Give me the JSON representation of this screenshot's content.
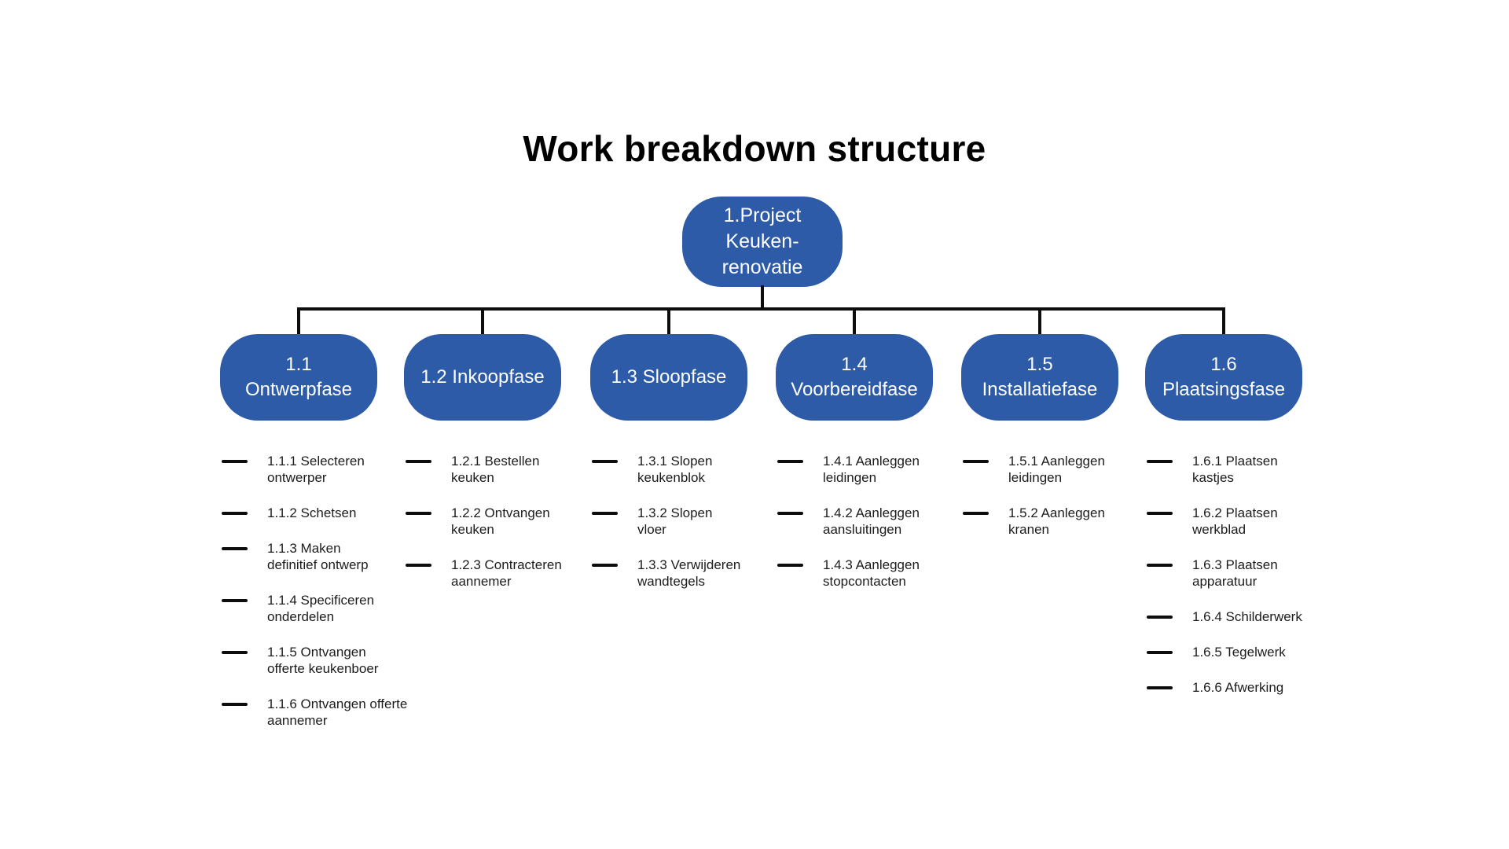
{
  "title": "Work breakdown structure",
  "colors": {
    "node_blue": "#2d5ba7",
    "connector_black": "#0d0d0d",
    "node_text": "#ffffff",
    "task_text": "#1c1c1c",
    "background": "#ffffff"
  },
  "root": {
    "id": "1",
    "label": "1.Project\nKeuken-\nrenovatie"
  },
  "branches": [
    {
      "id": "1.1",
      "label": "1.1\nOntwerpfase",
      "tasks": [
        "1.1.1 Selecteren\nontwerper",
        "1.1.2 Schetsen",
        "1.1.3 Maken\ndefinitief ontwerp",
        "1.1.4 Specificeren\nonderdelen",
        "1.1.5 Ontvangen\nofferte keukenboer",
        "1.1.6 Ontvangen offerte\naannemer"
      ]
    },
    {
      "id": "1.2",
      "label": "1.2 Inkoopfase",
      "tasks": [
        "1.2.1 Bestellen\nkeuken",
        "1.2.2 Ontvangen\nkeuken",
        "1.2.3 Contracteren\naannemer"
      ]
    },
    {
      "id": "1.3",
      "label": "1.3 Sloopfase",
      "tasks": [
        "1.3.1 Slopen\nkeukenblok",
        "1.3.2 Slopen\nvloer",
        "1.3.3 Verwijderen\nwandtegels"
      ]
    },
    {
      "id": "1.4",
      "label": "1.4\nVoorbereidfase",
      "tasks": [
        "1.4.1 Aanleggen\nleidingen",
        "1.4.2 Aanleggen\naansluitingen",
        "1.4.3 Aanleggen\nstopcontacten"
      ]
    },
    {
      "id": "1.5",
      "label": "1.5\nInstallatiefase",
      "tasks": [
        "1.5.1 Aanleggen\nleidingen",
        "1.5.2 Aanleggen\nkranen"
      ]
    },
    {
      "id": "1.6",
      "label": "1.6\nPlaatsingsfase",
      "tasks": [
        "1.6.1 Plaatsen\nkastjes",
        "1.6.2 Plaatsen\nwerkblad",
        "1.6.3 Plaatsen\napparatuur",
        "1.6.4 Schilderwerk",
        "1.6.5 Tegelwerk",
        "1.6.6 Afwerking"
      ]
    }
  ]
}
